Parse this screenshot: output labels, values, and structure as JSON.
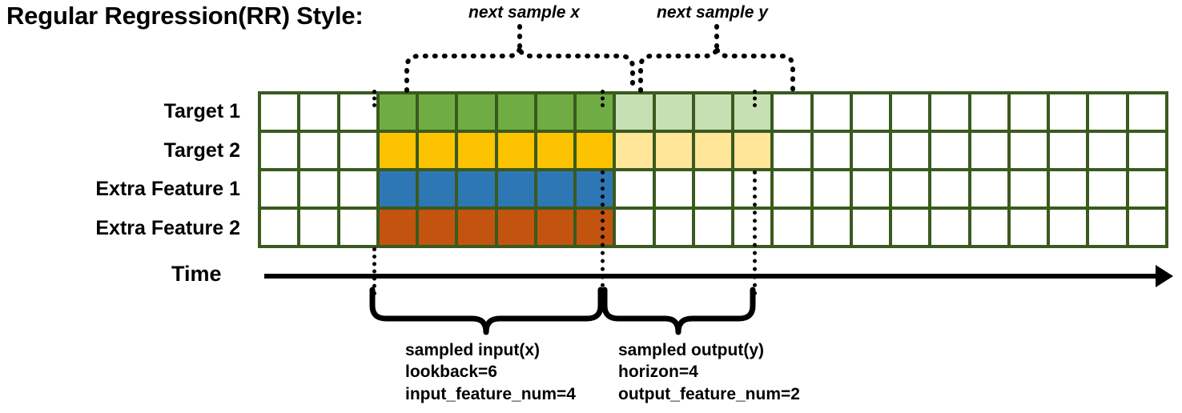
{
  "title": "Regular Regression(RR) Style:",
  "annotations": {
    "top_left": "next sample x",
    "top_right": "next sample y"
  },
  "rows": [
    {
      "label": "Target 1",
      "key": "target-1"
    },
    {
      "label": "Target 2",
      "key": "target-2"
    },
    {
      "label": "Extra Feature 1",
      "key": "extra-feature-1"
    },
    {
      "label": "Extra Feature 2",
      "key": "extra-feature-2"
    }
  ],
  "axis": {
    "label": "Time"
  },
  "bottom_braces": {
    "input": {
      "line1": "sampled input(x)",
      "line2": "lookback=6",
      "line3": "input_feature_num=4"
    },
    "output": {
      "line1": "sampled output(y)",
      "line2": "horizon=4",
      "line3": "output_feature_num=2"
    }
  },
  "chart_data": {
    "type": "heatmap",
    "title": "Regular Regression(RR) Style:",
    "columns_total": 23,
    "rows": [
      "Target 1",
      "Target 2",
      "Extra Feature 1",
      "Extra Feature 2"
    ],
    "input_start_col": 3,
    "lookback": 6,
    "horizon": 4,
    "input_feature_num": 4,
    "output_feature_num": 2,
    "legend": {
      "target-1-input": "#6FAC43",
      "target-1-output": "#C6E0B4",
      "target-2-input": "#FDC300",
      "target-2-output": "#FFE699",
      "extra-feature-1-input": "#2E77B5",
      "extra-feature-2-input": "#C3540F",
      "empty": "#FFFFFF",
      "gridline": "#3A5A1E"
    },
    "cell_fill": [
      [
        "e",
        "e",
        "e",
        "g",
        "g",
        "g",
        "g",
        "g",
        "g",
        "gl",
        "gl",
        "gl",
        "gl",
        "e",
        "e",
        "e",
        "e",
        "e",
        "e",
        "e",
        "e",
        "e",
        "e"
      ],
      [
        "e",
        "e",
        "e",
        "a",
        "a",
        "a",
        "a",
        "a",
        "a",
        "al",
        "al",
        "al",
        "al",
        "e",
        "e",
        "e",
        "e",
        "e",
        "e",
        "e",
        "e",
        "e",
        "e"
      ],
      [
        "e",
        "e",
        "e",
        "b",
        "b",
        "b",
        "b",
        "b",
        "b",
        "e",
        "e",
        "e",
        "e",
        "e",
        "e",
        "e",
        "e",
        "e",
        "e",
        "e",
        "e",
        "e",
        "e"
      ],
      [
        "e",
        "e",
        "e",
        "o",
        "o",
        "o",
        "o",
        "o",
        "o",
        "e",
        "e",
        "e",
        "e",
        "e",
        "e",
        "e",
        "e",
        "e",
        "e",
        "e",
        "e",
        "e",
        "e"
      ]
    ]
  }
}
